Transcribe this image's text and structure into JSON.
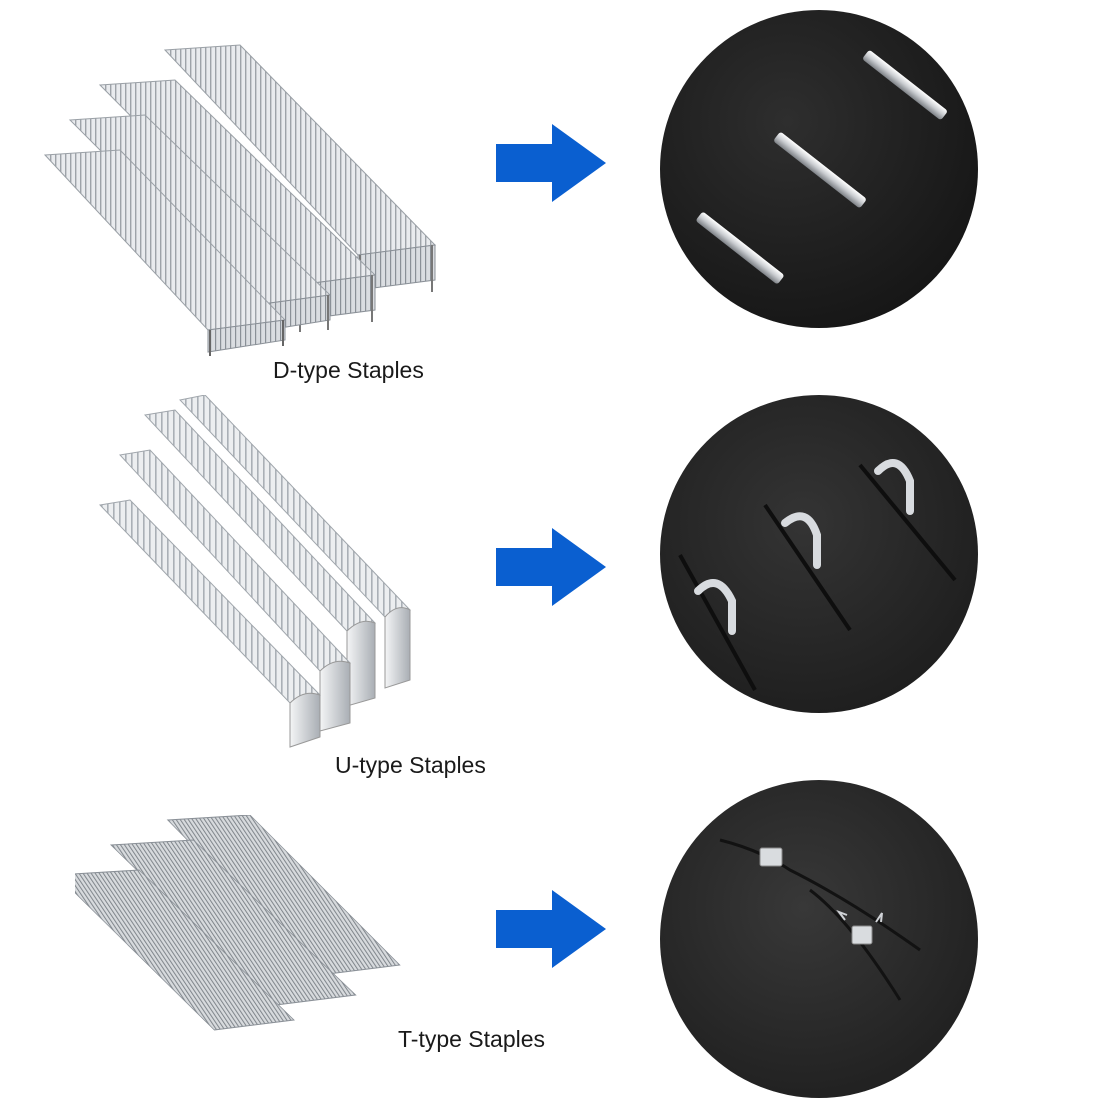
{
  "rows": [
    {
      "caption": "D-type Staples",
      "staple_type": "D",
      "arrow_icon": "right-arrow-icon"
    },
    {
      "caption": "U-type Staples",
      "staple_type": "U",
      "arrow_icon": "right-arrow-icon"
    },
    {
      "caption": "T-type Staples",
      "staple_type": "T",
      "arrow_icon": "right-arrow-icon"
    }
  ],
  "colors": {
    "arrow": "#0a5fd0",
    "material": "#2b2b2b",
    "steel": "#b9bdc2"
  }
}
